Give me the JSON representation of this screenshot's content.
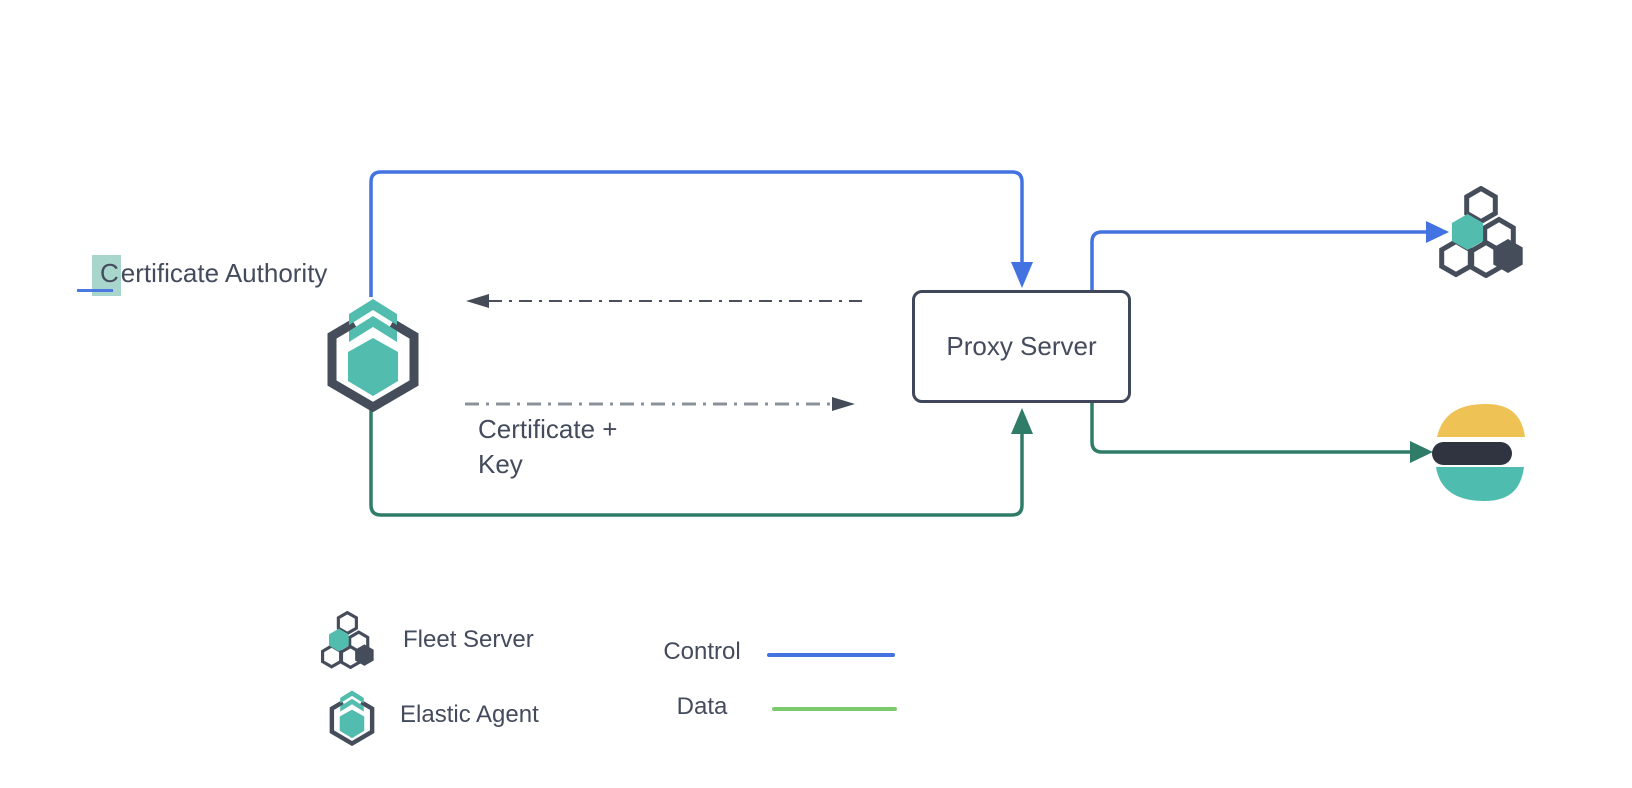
{
  "labels": {
    "certificate_authority_highlight": "C",
    "certificate_authority_rest": "ertificate Authority",
    "proxy_server": "Proxy Server",
    "certificate_key": "Certificate +\nKey"
  },
  "legend": {
    "fleet_server": "Fleet Server",
    "elastic_agent": "Elastic Agent",
    "control": "Control",
    "data": "Data"
  },
  "colors": {
    "control_blue": "#4273e0",
    "data_green_dark": "#2f7d68",
    "legend_data_green": "#7cc96e",
    "teal": "#52bcae",
    "dark_slate": "#454d5a",
    "arrowhead_gray": "#454b57",
    "dash_top_gray": "#4a515c",
    "dash_bottom_gray": "#8a9198",
    "highlight_teal": "#a9d6cc",
    "es_yellow": "#eec255",
    "es_dark": "#2f3440",
    "es_teal": "#4ebdb0",
    "text": "#434b5c"
  }
}
